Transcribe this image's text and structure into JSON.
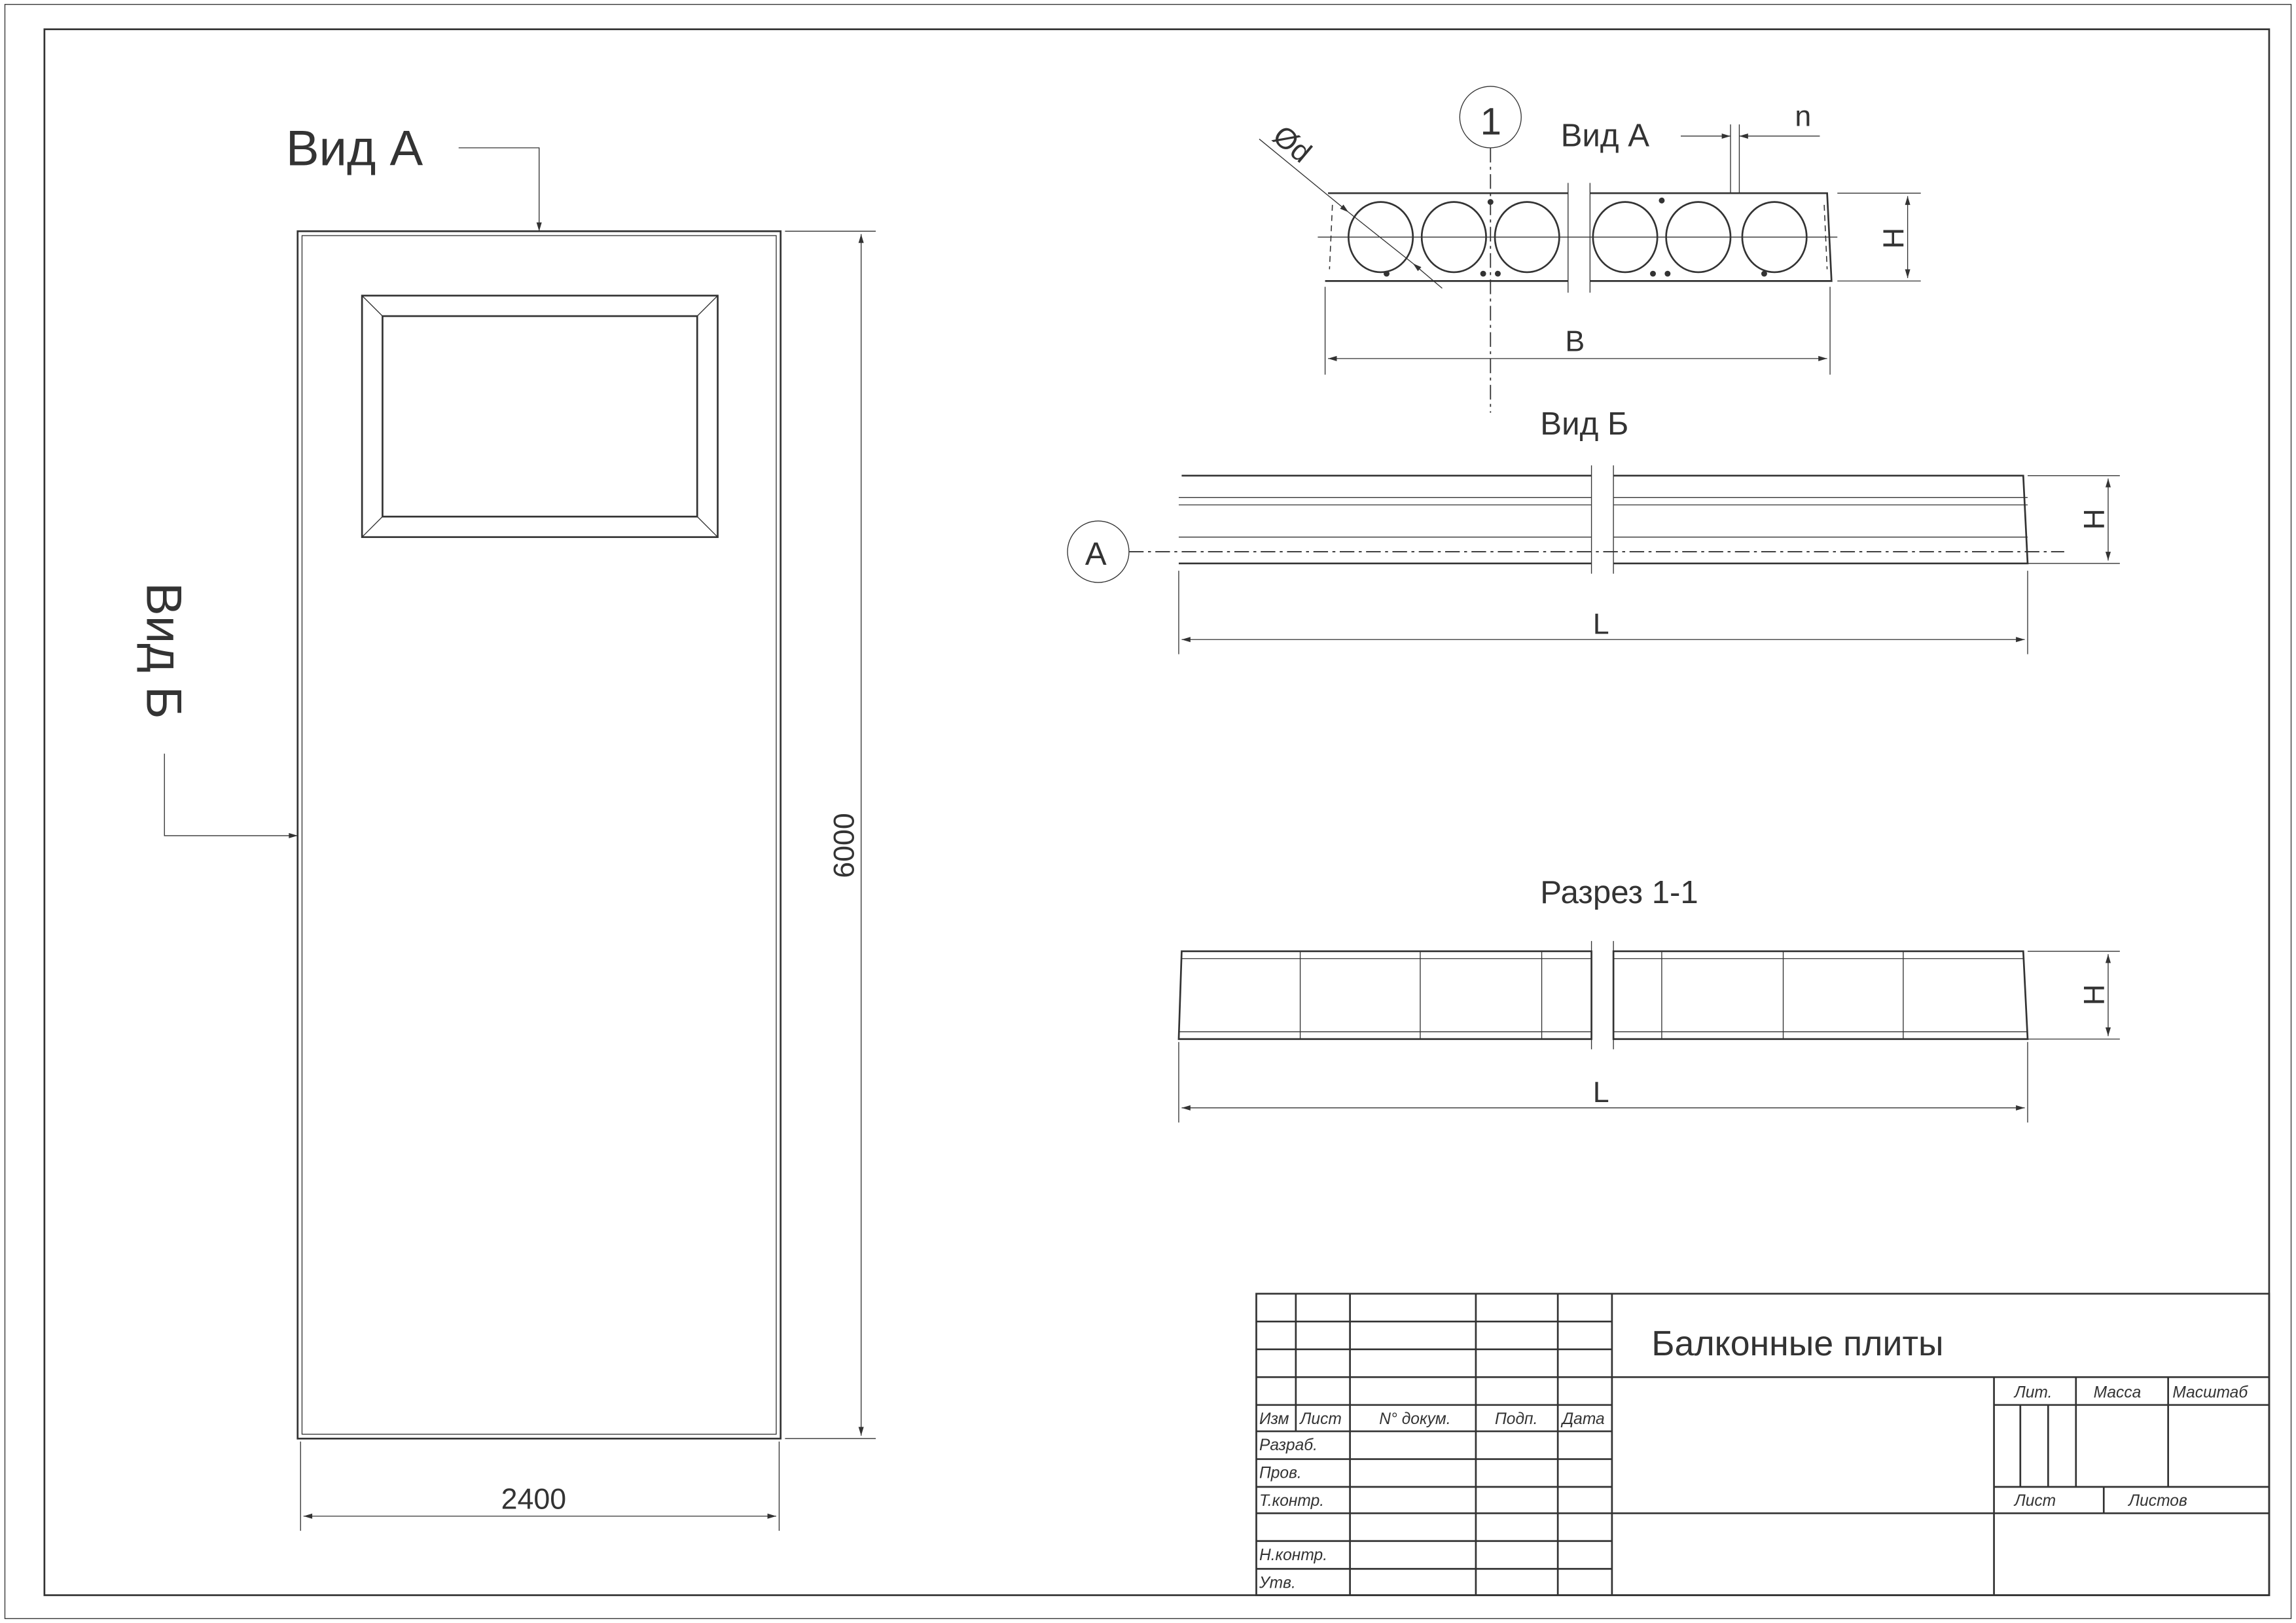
{
  "plan": {
    "view_a_label": "Вид А",
    "view_b_label": "Вид Б",
    "length_dim": "6000",
    "width_dim": "2400"
  },
  "view_a": {
    "section_marker": "1",
    "title": "Вид А",
    "gap_dim": "n",
    "diameter_dim": "Ød",
    "height_dim": "H",
    "width_dim": "B"
  },
  "view_b": {
    "title": "Вид Б",
    "axis_marker": "A",
    "height_dim": "H",
    "length_dim": "L"
  },
  "section": {
    "title": "Разрез 1-1",
    "height_dim": "H",
    "length_dim": "L"
  },
  "title_block": {
    "title": "Балконные плиты",
    "headers": [
      "Изм",
      "Лист",
      "N° докум.",
      "Подп.",
      "Дата"
    ],
    "rows": [
      "Разраб.",
      "Пров.",
      "Т.контр.",
      "Н.контр.",
      "Утв."
    ],
    "lit": "Лит.",
    "mass": "Масса",
    "scale": "Масштаб",
    "sheet": "Лист",
    "sheets": "Листов"
  }
}
